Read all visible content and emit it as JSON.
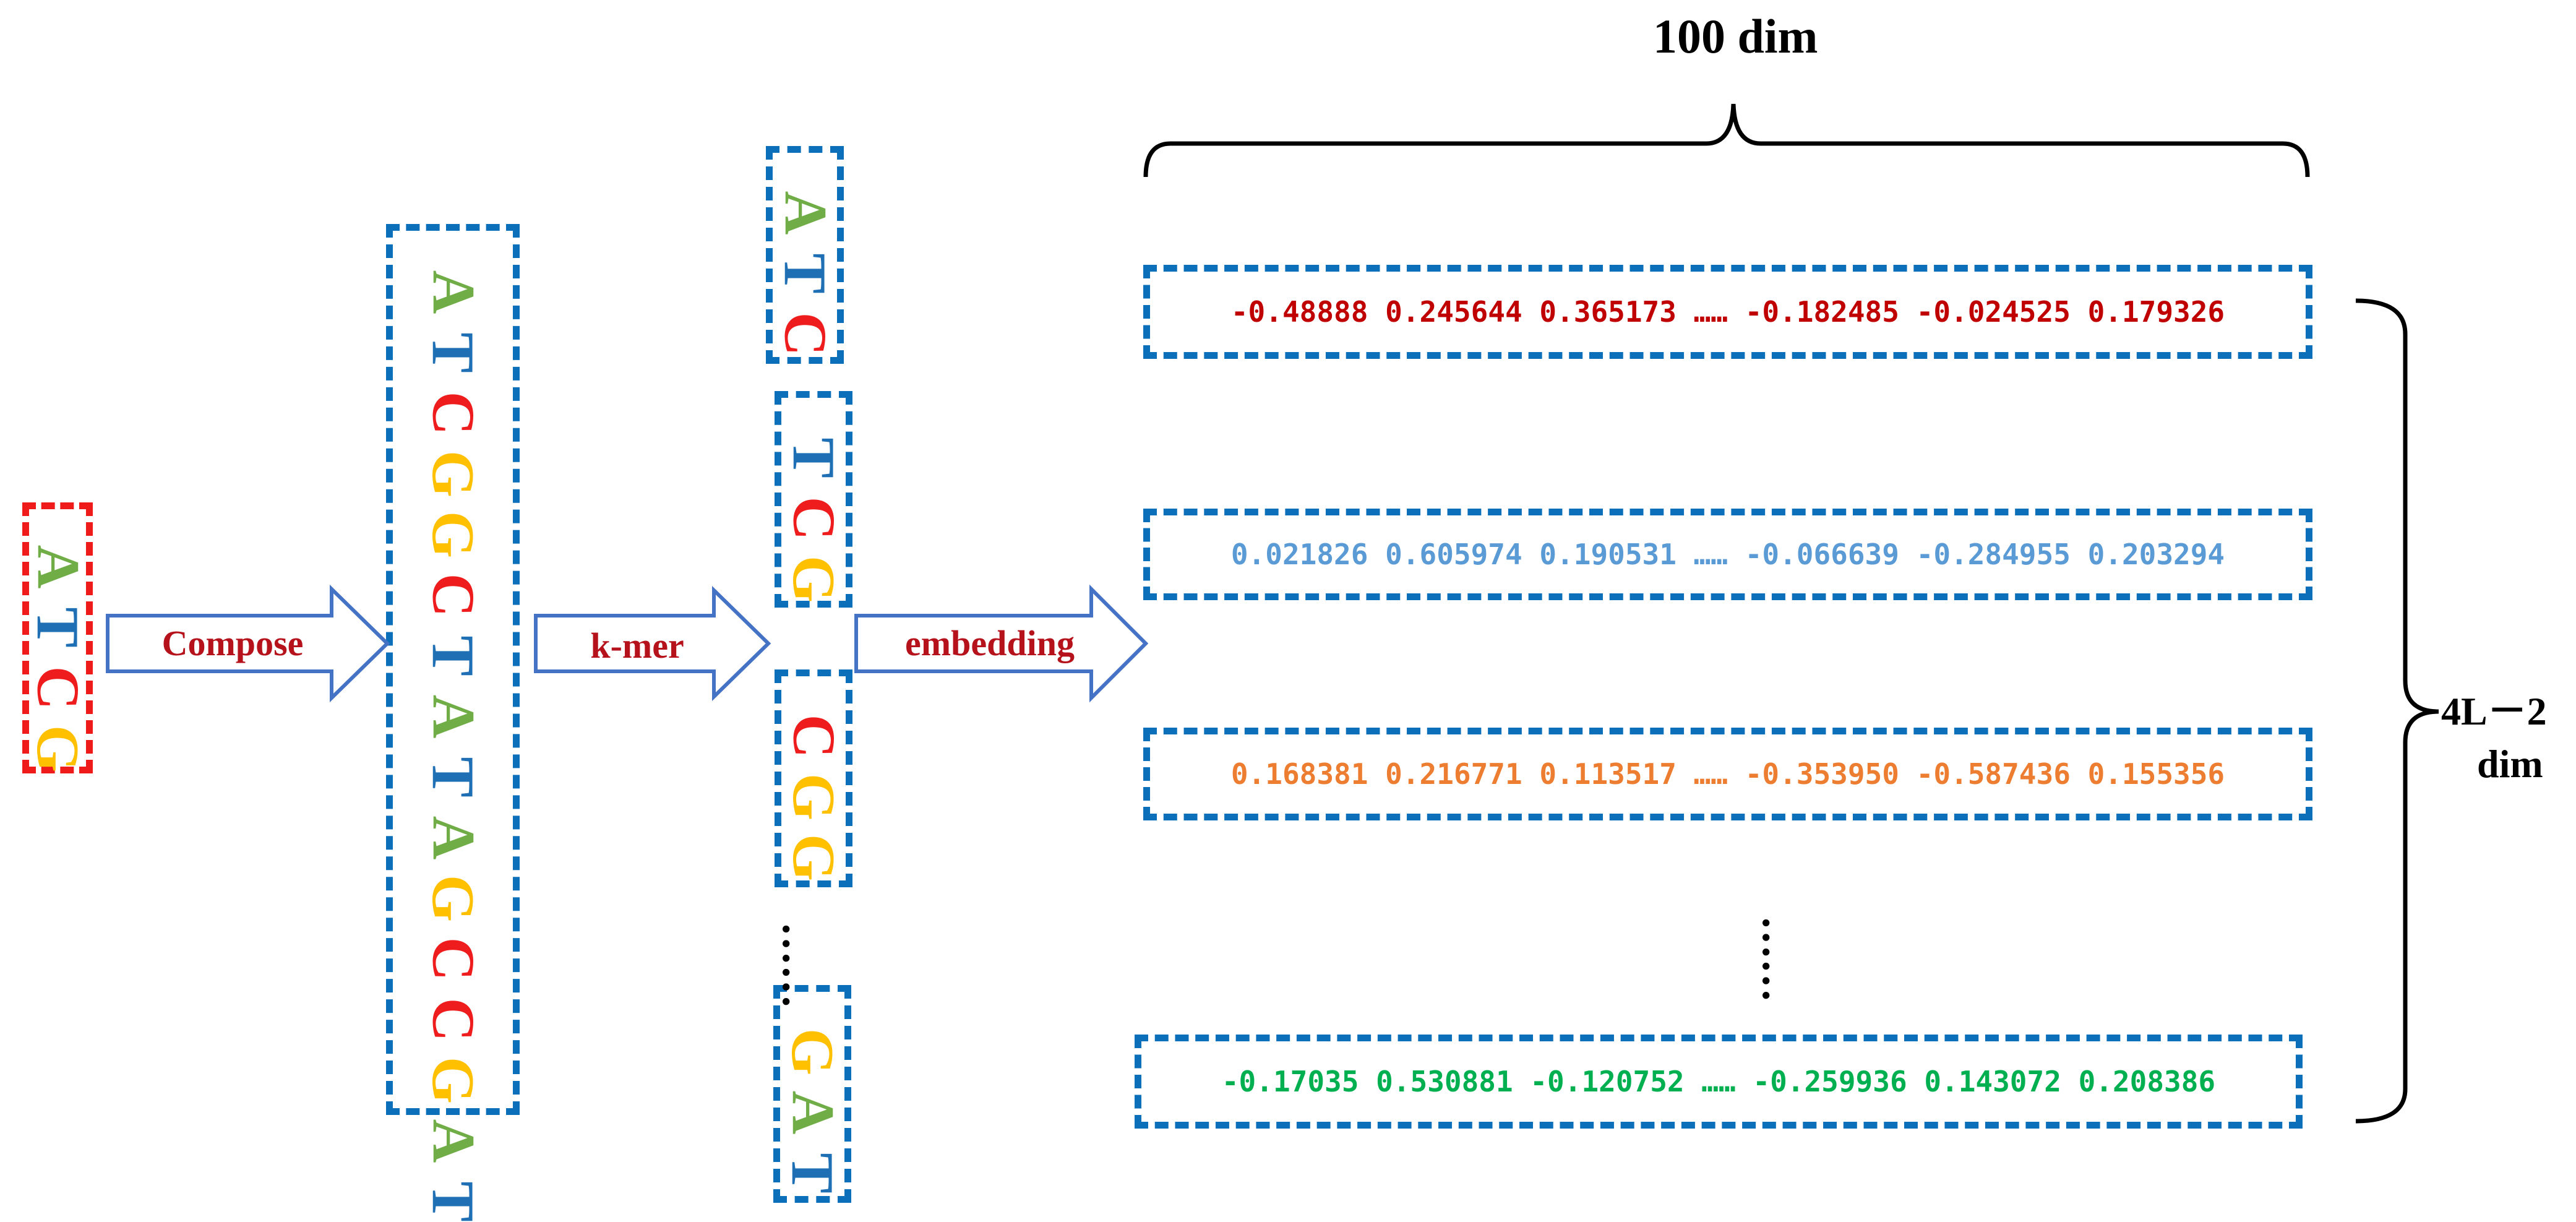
{
  "colors": {
    "A": "#70ad47",
    "T": "#1f6fb4",
    "C": "#ee1c1c",
    "G": "#ffc000",
    "box_border": "#0b6fba",
    "input_border": "#ef1b1b",
    "label_red": "#b5121b"
  },
  "input_sequence": [
    "A",
    "T",
    "C",
    "G"
  ],
  "composed_sequence": [
    "A",
    "T",
    "C",
    "G",
    "G",
    "C",
    "T",
    "A",
    "T",
    "A",
    "G",
    "C",
    "C",
    "G",
    "A",
    "T"
  ],
  "kmers": [
    [
      "A",
      "T",
      "C"
    ],
    [
      "T",
      "C",
      "G"
    ],
    [
      "C",
      "G",
      "G"
    ],
    [
      "G",
      "A",
      "T"
    ]
  ],
  "kmer_ellipsis": "……",
  "arrows": {
    "compose": "Compose",
    "kmer": "k-mer",
    "embedding": "embedding"
  },
  "vectors": [
    {
      "text": "-0.48888 0.245644 0.365173 …… -0.182485 -0.024525 0.179326",
      "color": "#c00000"
    },
    {
      "text": "0.021826 0.605974 0.190531 …… -0.066639 -0.284955 0.203294",
      "color": "#5b9bd5"
    },
    {
      "text": "0.168381 0.216771 0.113517 …… -0.353950 -0.587436 0.155356",
      "color": "#ed7d31"
    },
    {
      "text": "-0.17035 0.530881 -0.120752 …… -0.259936 0.143072 0.208386",
      "color": "#00b050"
    }
  ],
  "vector_ellipsis": "……",
  "dims": {
    "top": "100 dim",
    "right_line1": "4L－2",
    "right_line2": "dim"
  }
}
